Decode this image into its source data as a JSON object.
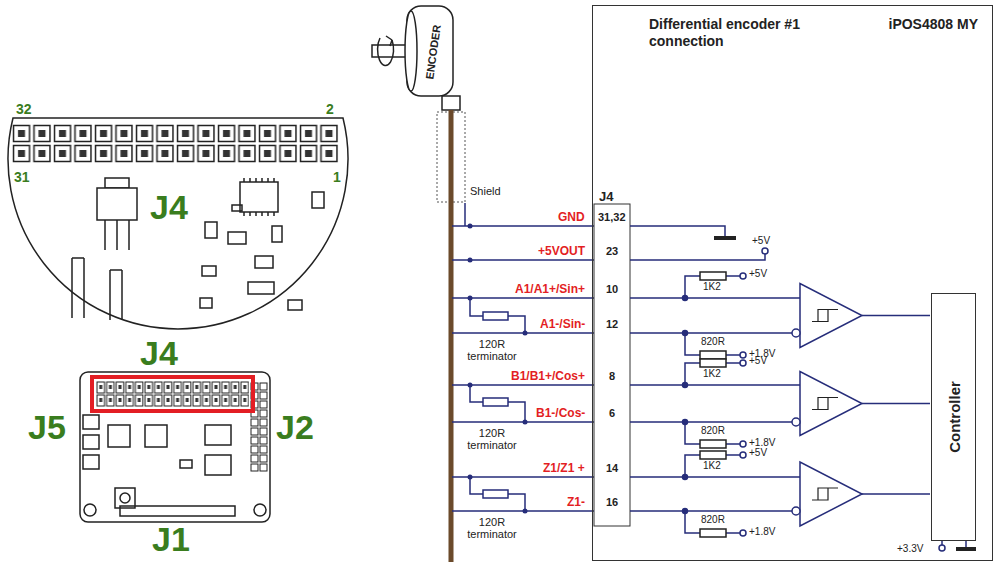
{
  "diagram": {
    "nodes": [
      {
        "text": [
          "Differential encoder #1 connection",
          "iPOS4808 MY"
        ]
      },
      {
        "text": [
          "Controller"
        ],
        "in": 0
      },
      {
        "text": [
          "ENCODER"
        ]
      }
    ],
    "labels": [
      "32",
      "2",
      "31",
      "1",
      "J4",
      "J4",
      "J5",
      "J2",
      "J1",
      "Shield",
      "J4",
      "31,32",
      "GND",
      "23",
      "+5VOUT",
      "+5V",
      "A1/A1+/Sin+",
      "10",
      "1K2",
      "+5V",
      "A1-/Sin-",
      "12",
      "820R",
      "+1.8V",
      "120R terminator",
      "B1/B1+/Cos+",
      "8",
      "1K2",
      "+5V",
      "B1-/Cos-",
      "6",
      "820R",
      "+1.8V",
      "120R terminator",
      "Z1/Z1 +",
      "14",
      "1K2",
      "+5V",
      "Z1-",
      "16",
      "820R",
      "+1.8V",
      "120R terminator",
      "+3.3V"
    ]
  }
}
